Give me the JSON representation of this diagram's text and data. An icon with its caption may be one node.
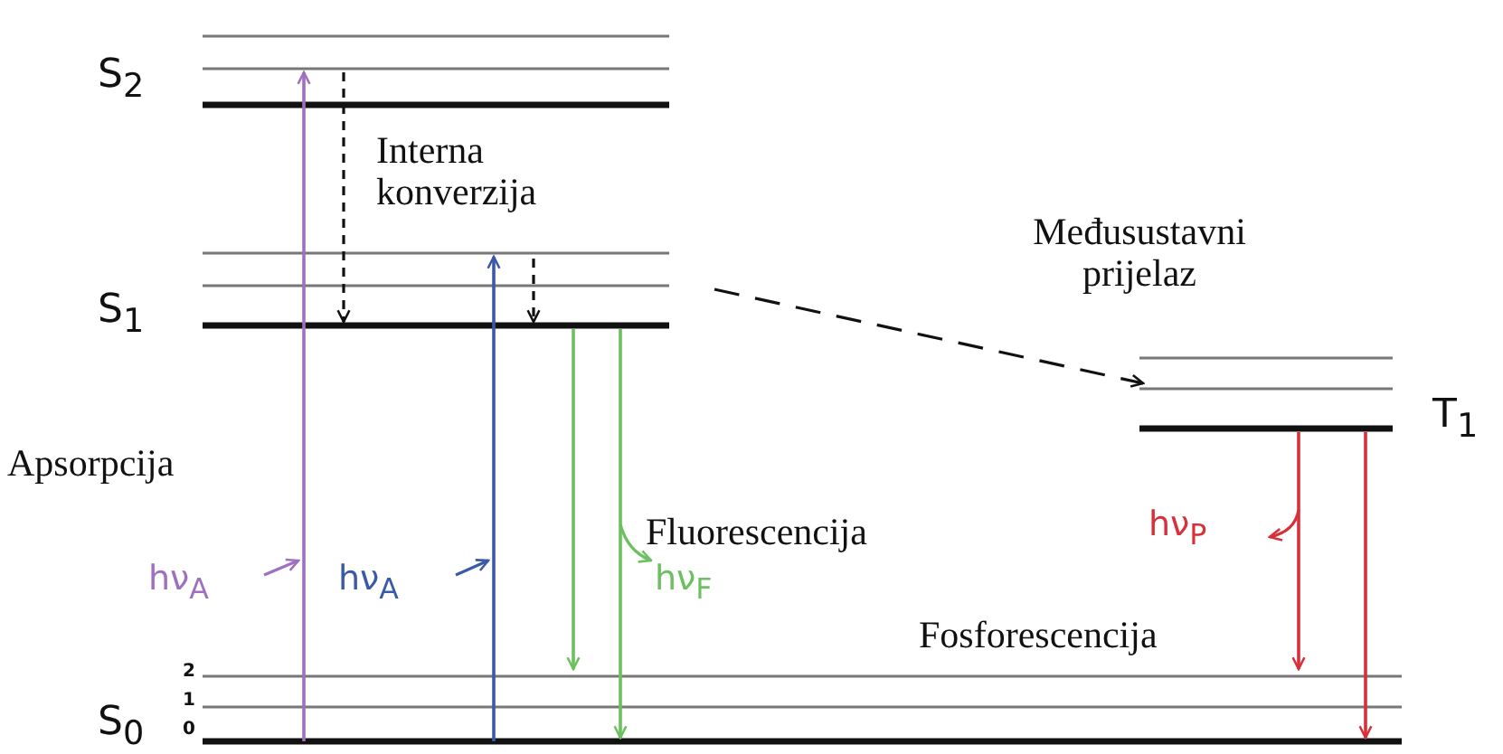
{
  "diagram": {
    "labels": [
      "S$_{2}$",
      "Interna konverzija",
      "Međusustavni prijelaz",
      "S$_{1}$",
      "T$_{1}$",
      "Apsorpcija",
      "Fluorescencija",
      "hν$_{A}$",
      "hν$_{A}$",
      "hν$_{F}$",
      "hν$_{P}$",
      "Fosforescencija",
      "2",
      "1",
      "0",
      "S$_{0}$"
    ]
  }
}
